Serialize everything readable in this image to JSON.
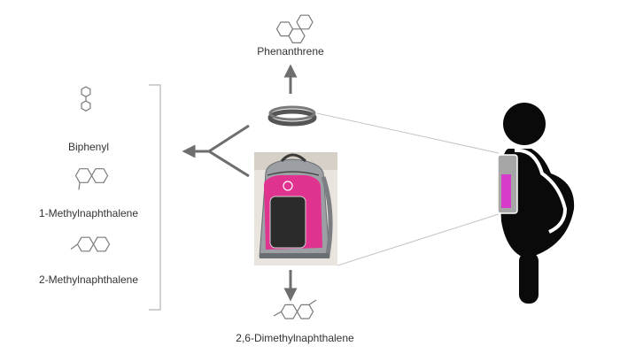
{
  "compounds": {
    "top": "Phenanthrene",
    "left": [
      "Biphenyl",
      "1-Methylnaphthalene",
      "2-Methylnaphthalene"
    ],
    "bottom": "2,6-Dimethylnaphthalene"
  },
  "icons": {
    "wristband": "silicone-wristband-icon",
    "backpack": "backpack-photo",
    "person": "pregnant-person-silhouette-icon"
  },
  "colors": {
    "structure": "#7a7a7a",
    "arrow": "#6e6e6e",
    "text": "#333333",
    "backpack_gray": "#9c9fa3",
    "backpack_pink": "#e0338f",
    "person": "#0a0a0a",
    "bag_accent": "#d63cc9"
  }
}
